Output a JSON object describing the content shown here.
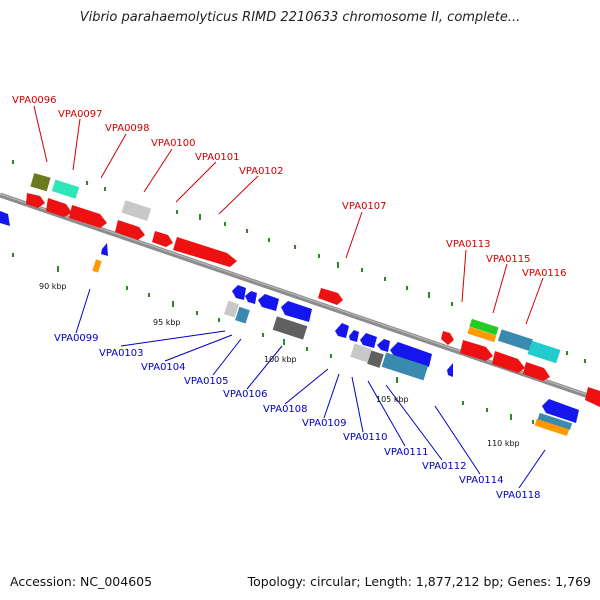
{
  "header": {
    "title": "Vibrio parahaemolyticus RIMD 2210633 chromosome II, complete..."
  },
  "footer": {
    "accession": "Accession: NC_004605",
    "stats": "Topology: circular; Length: 1,877,212 bp; Genes: 1,769"
  },
  "colors": {
    "backbone": "#8c8c8c",
    "forward_label": "#d40000",
    "reverse_label": "#0000c0",
    "tick": "#2a8a2a"
  },
  "ticks": [
    "90 kbp",
    "95 kbp",
    "100 kbp",
    "105 kbp",
    "110 kbp"
  ],
  "genes_forward": [
    "VPA0096",
    "VPA0097",
    "VPA0098",
    "VPA0100",
    "VPA0101",
    "VPA0102",
    "VPA0107",
    "VPA0113",
    "VPA0115",
    "VPA0116"
  ],
  "genes_reverse": [
    "VPA0099",
    "VPA0103",
    "VPA0104",
    "VPA0105",
    "VPA0106",
    "VPA0108",
    "VPA0109",
    "VPA0110",
    "VPA0111",
    "VPA0112",
    "VPA0114",
    "VPA0118"
  ]
}
